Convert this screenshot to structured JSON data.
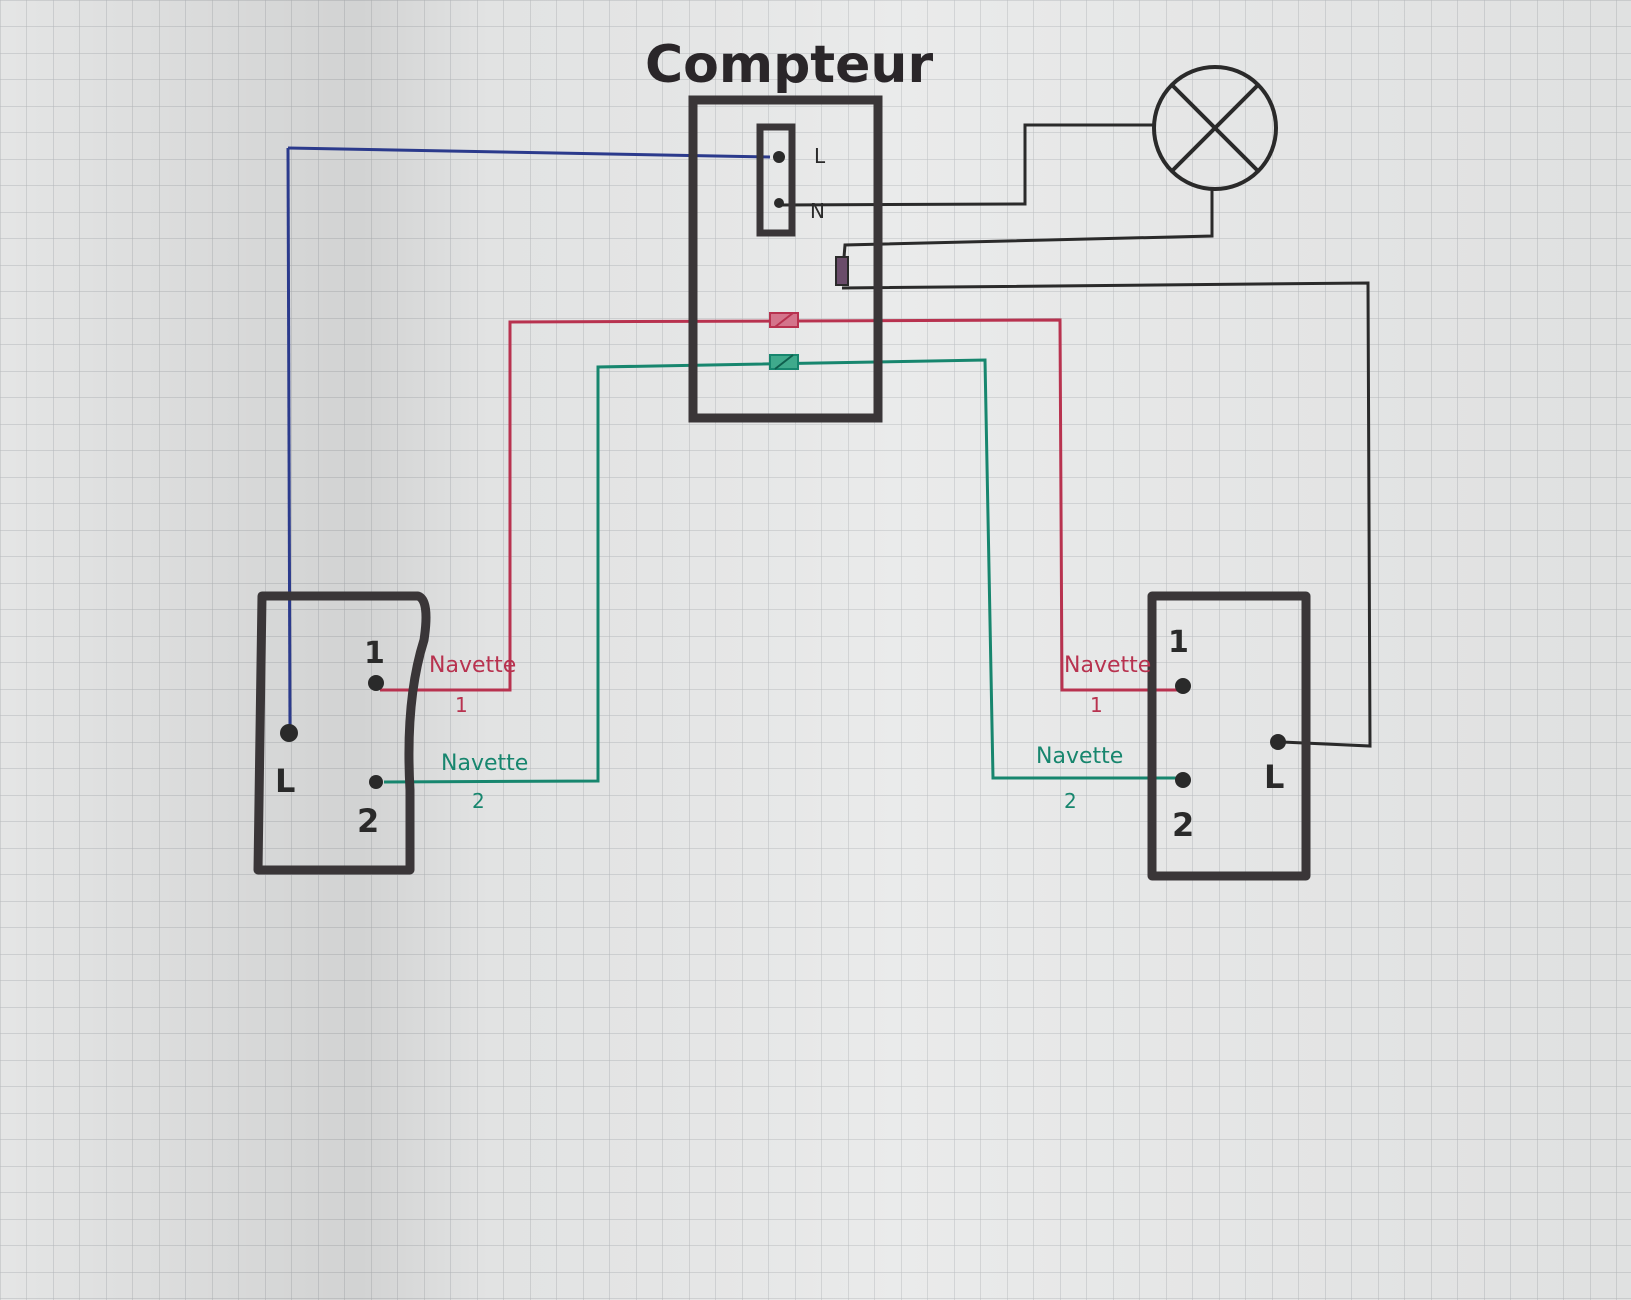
{
  "title": "Compteur",
  "meter": {
    "terminal_l": "L",
    "terminal_n": "N"
  },
  "switch_left": {
    "terminal_1": "1",
    "terminal_2": "2",
    "terminal_l": "L",
    "navette_1_label": "Navette",
    "navette_1_number": "1",
    "navette_2_label": "Navette",
    "navette_2_number": "2"
  },
  "switch_right": {
    "terminal_1": "1",
    "terminal_2": "2",
    "terminal_l": "L",
    "navette_1_label": "Navette",
    "navette_1_number": "1",
    "navette_2_label": "Navette",
    "navette_2_number": "2"
  },
  "colors": {
    "paper": "#e9eaea",
    "grid": "#b9bcbf",
    "outline": "#3a3638",
    "phase_wire": "#2b3a8c",
    "navette_1_wire": "#b8324f",
    "navette_2_wire": "#17866e",
    "return_wire": "#2a2a2a"
  }
}
